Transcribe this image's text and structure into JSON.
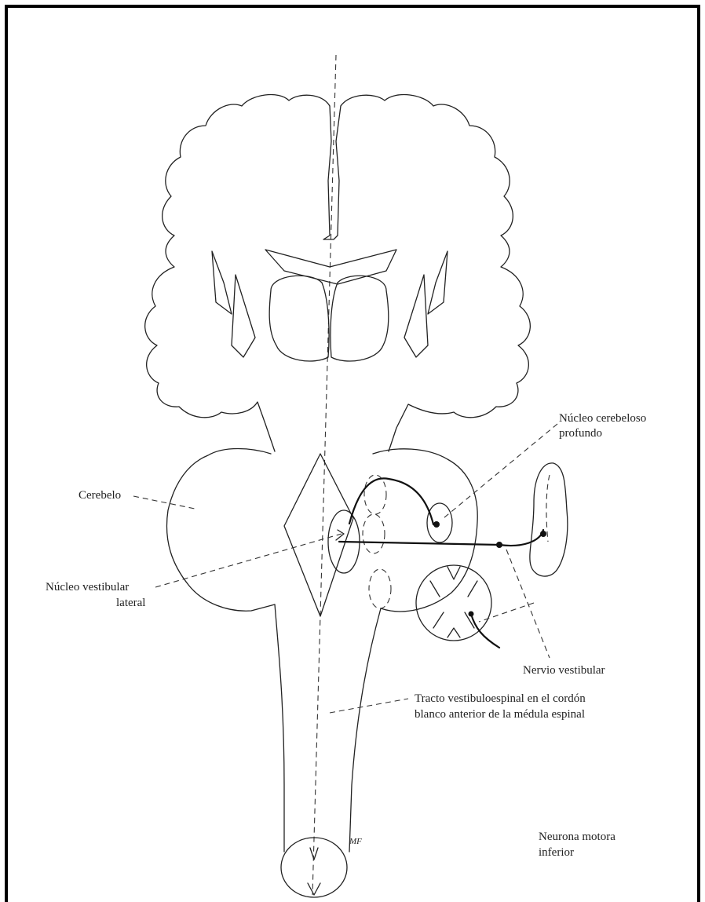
{
  "labels": {
    "nucleo_cerebeloso": [
      "Núcleo cerebeloso",
      "profundo"
    ],
    "cerebelo": "Cerebelo",
    "nucleo_vestibular": [
      "Núcleo vestibular",
      "lateral"
    ],
    "nervio_vestibular": "Nervio vestibular",
    "tracto": [
      "Tracto vestibuloespinal en el cordón",
      "blanco anterior de la médula espinal"
    ],
    "neurona": [
      "Neurona motora",
      "inferior"
    ],
    "cord_mark": "MF"
  },
  "colors": {
    "line": "#222222",
    "background": "#ffffff",
    "frame": "#000000"
  }
}
